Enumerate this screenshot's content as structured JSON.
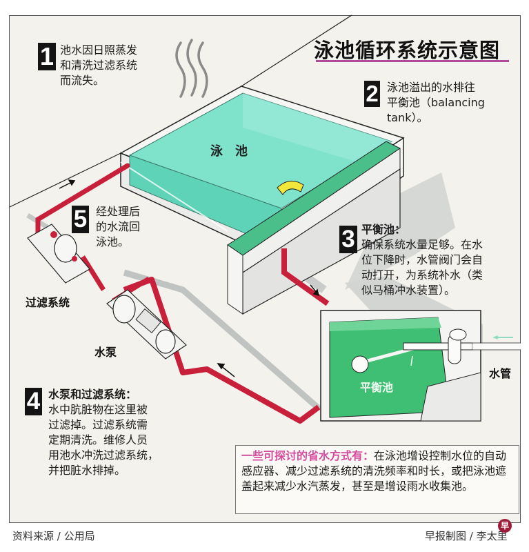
{
  "title": "泳池循环系统示意图",
  "colors": {
    "accent_pink": "#b04a9a",
    "highlight_text": "#d54c9e",
    "pool_water": "#7fe3cc",
    "balancing_water": "#3fbf73",
    "pipe_red": "#c8203a",
    "pipe_gray": "#b9bdbb",
    "arrow_yellow": "#f2e63a"
  },
  "steps": [
    {
      "number": "1",
      "heading": "",
      "lines": [
        "池水因日照蒸发",
        "和清洗过滤系统",
        "而流失。"
      ]
    },
    {
      "number": "2",
      "heading": "",
      "lines": [
        "泳池溢出的水排往",
        "平衡池（balancing",
        "tank）。"
      ]
    },
    {
      "number": "3",
      "heading": "平衡池：",
      "lines": [
        "确保系统水量足够。在水",
        "位下降时，水管阀门会自",
        "动打开，为系统补水（类",
        "似马桶冲水装置）。"
      ]
    },
    {
      "number": "4",
      "heading": "水泵和过滤系统：",
      "lines": [
        "水中肮脏物在这里被",
        "过滤掉。过滤系统需",
        "定期清洗。维修人员",
        "用池水冲洗过滤系统，",
        "并把脏水排掉。"
      ]
    },
    {
      "number": "5",
      "heading": "",
      "lines": [
        "经处理后",
        "的水流回",
        "泳池。"
      ]
    }
  ],
  "labels": {
    "pool": "泳池",
    "balancing_tank": "平衡池",
    "filter_system": "过滤系统",
    "pump": "水泵",
    "water_pipe": "水管"
  },
  "tips": {
    "heading": "一些可探讨的省水方式有：",
    "body": "在泳池增设控制水位的自动感应器、减少过滤系统的清洗频率和时长，或把泳池遮盖起来减少水汽蒸发，甚至是增设雨水收集池。"
  },
  "footer": {
    "source": "资料来源 / 公用局",
    "credit": "早报制图 / 李太里",
    "logo_glyph": "早"
  }
}
